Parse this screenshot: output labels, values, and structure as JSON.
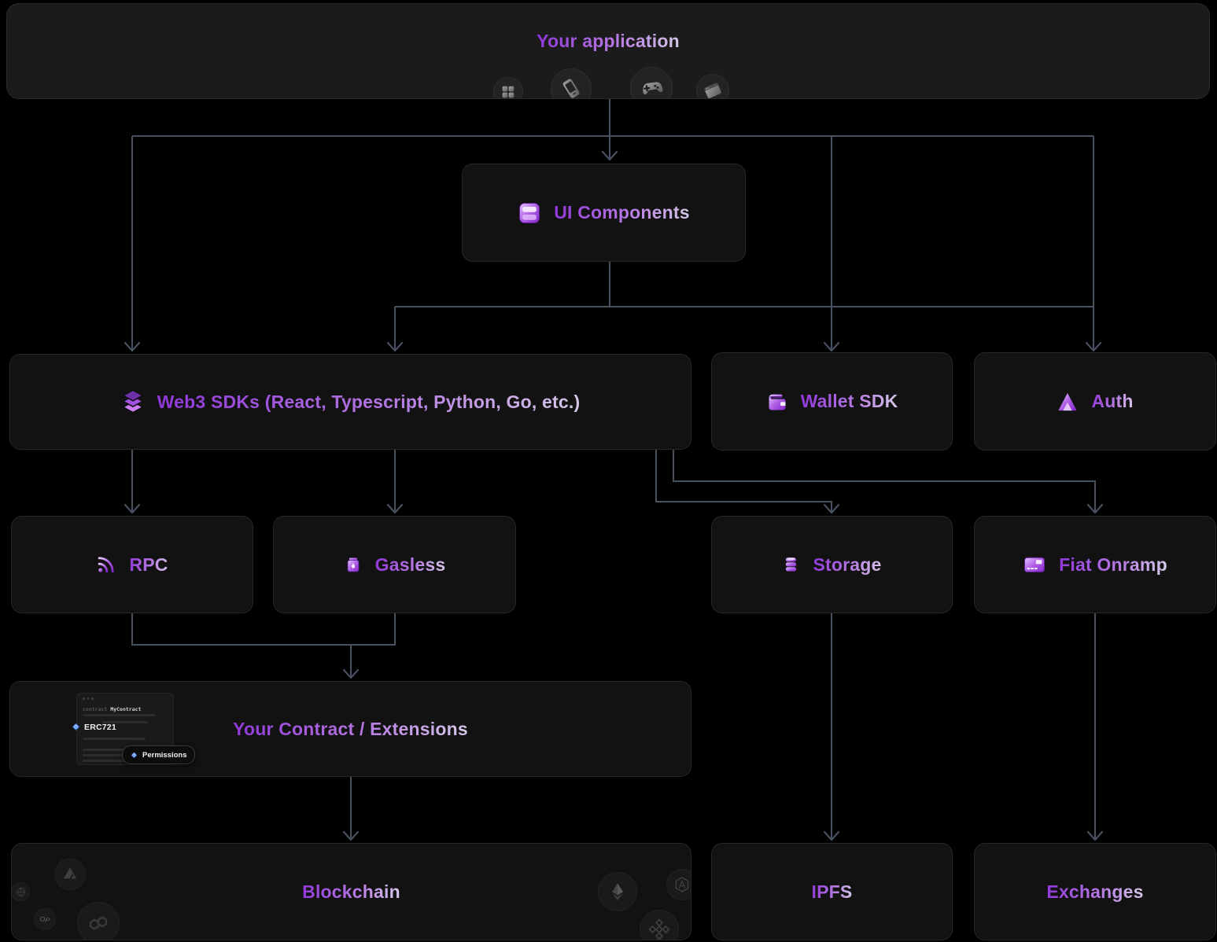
{
  "app": {
    "title": "Your application",
    "platform_icons": [
      "apps-grid-icon",
      "mobile-phone-icon",
      "gamepad-icon",
      "browser-window-icon"
    ]
  },
  "nodes": {
    "ui_components": {
      "label": "UI Components",
      "icon": "ui-components-icon"
    },
    "web3_sdks": {
      "label": "Web3 SDKs (React, Typescript, Python, Go, etc.)",
      "icon": "layers-icon"
    },
    "wallet_sdk": {
      "label": "Wallet SDK",
      "icon": "wallet-icon"
    },
    "auth": {
      "label": "Auth",
      "icon": "triangle-icon"
    },
    "rpc": {
      "label": "RPC",
      "icon": "rss-icon"
    },
    "gasless": {
      "label": "Gasless",
      "icon": "fuel-icon"
    },
    "storage": {
      "label": "Storage",
      "icon": "database-icon"
    },
    "fiat_onramp": {
      "label": "Fiat Onramp",
      "icon": "credit-card-icon"
    },
    "contract": {
      "label": "Your Contract / Extensions"
    },
    "blockchain": {
      "label": "Blockchain"
    },
    "ipfs": {
      "label": "IPFS"
    },
    "exchanges": {
      "label": "Exchanges"
    }
  },
  "code_editor": {
    "keyword": "contract",
    "contract_name": "MyContract",
    "erc_badge": "ERC721",
    "permissions_badge": "Permissions"
  },
  "chain_icons": [
    "avalanche-icon",
    "chain-wireframe-icon",
    "optimism-icon",
    "polygon-icon",
    "ethereum-icon",
    "arbitrum-icon",
    "bnb-icon"
  ],
  "colors": {
    "background": "#000000",
    "node_background": "#121212",
    "connector": "#47515f",
    "accent_purple": "#a855f7",
    "label_gradient_start": "#8f36d8",
    "label_gradient_end": "#d6c9e9",
    "badge_blue": "#3b82f6"
  }
}
